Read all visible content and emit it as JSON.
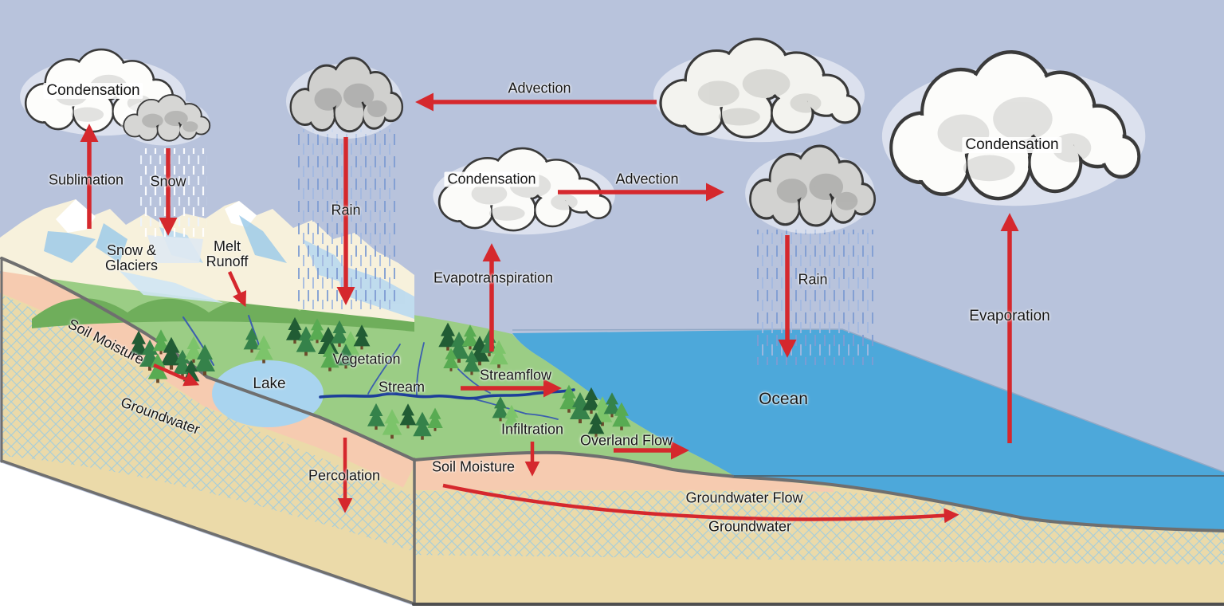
{
  "diagram_type": "water-cycle-illustration",
  "labels": {
    "condensation_left": "Condensation",
    "sublimation": "Sublimation",
    "snow": "Snow",
    "snow_glaciers": "Snow &\nGlaciers",
    "melt_runoff": "Melt\nRunoff",
    "rain_left": "Rain",
    "advection_top": "Advection",
    "condensation_mid": "Condensation",
    "advection_mid": "Advection",
    "evapotranspiration": "Evapotranspiration",
    "rain_right": "Rain",
    "condensation_right": "Condensation",
    "evaporation": "Evaporation",
    "soil_moisture_slope": "Soil Moisture",
    "groundwater_slope": "Groundwater",
    "lake": "Lake",
    "vegetation": "Vegetation",
    "stream": "Stream",
    "streamflow": "Streamflow",
    "infiltration": "Infiltration",
    "overland_flow": "Overland Flow",
    "soil_moisture_valley": "Soil Moisture",
    "percolation": "Percolation",
    "ocean": "Ocean",
    "groundwater_flow": "Groundwater Flow",
    "groundwater_deep": "Groundwater"
  },
  "colors": {
    "sky": "#b8c3dc",
    "ocean": "#4da8da",
    "land_green": "#9bcd85",
    "hill_green": "#6fae5b",
    "sand": "#ebdaa9",
    "soil_pink": "#f6cbb0",
    "lake_blue": "#a9d4ef",
    "arrow_red": "#d5282d",
    "outline_gray": "#6f6f6f",
    "stream_blue": "#1d3e99",
    "rain_streak": "#7e9cd2",
    "hatch_line": "#a9ced8",
    "cloud_gray": "#d0d0ce",
    "mountain_snow": "#f7f1dc"
  }
}
